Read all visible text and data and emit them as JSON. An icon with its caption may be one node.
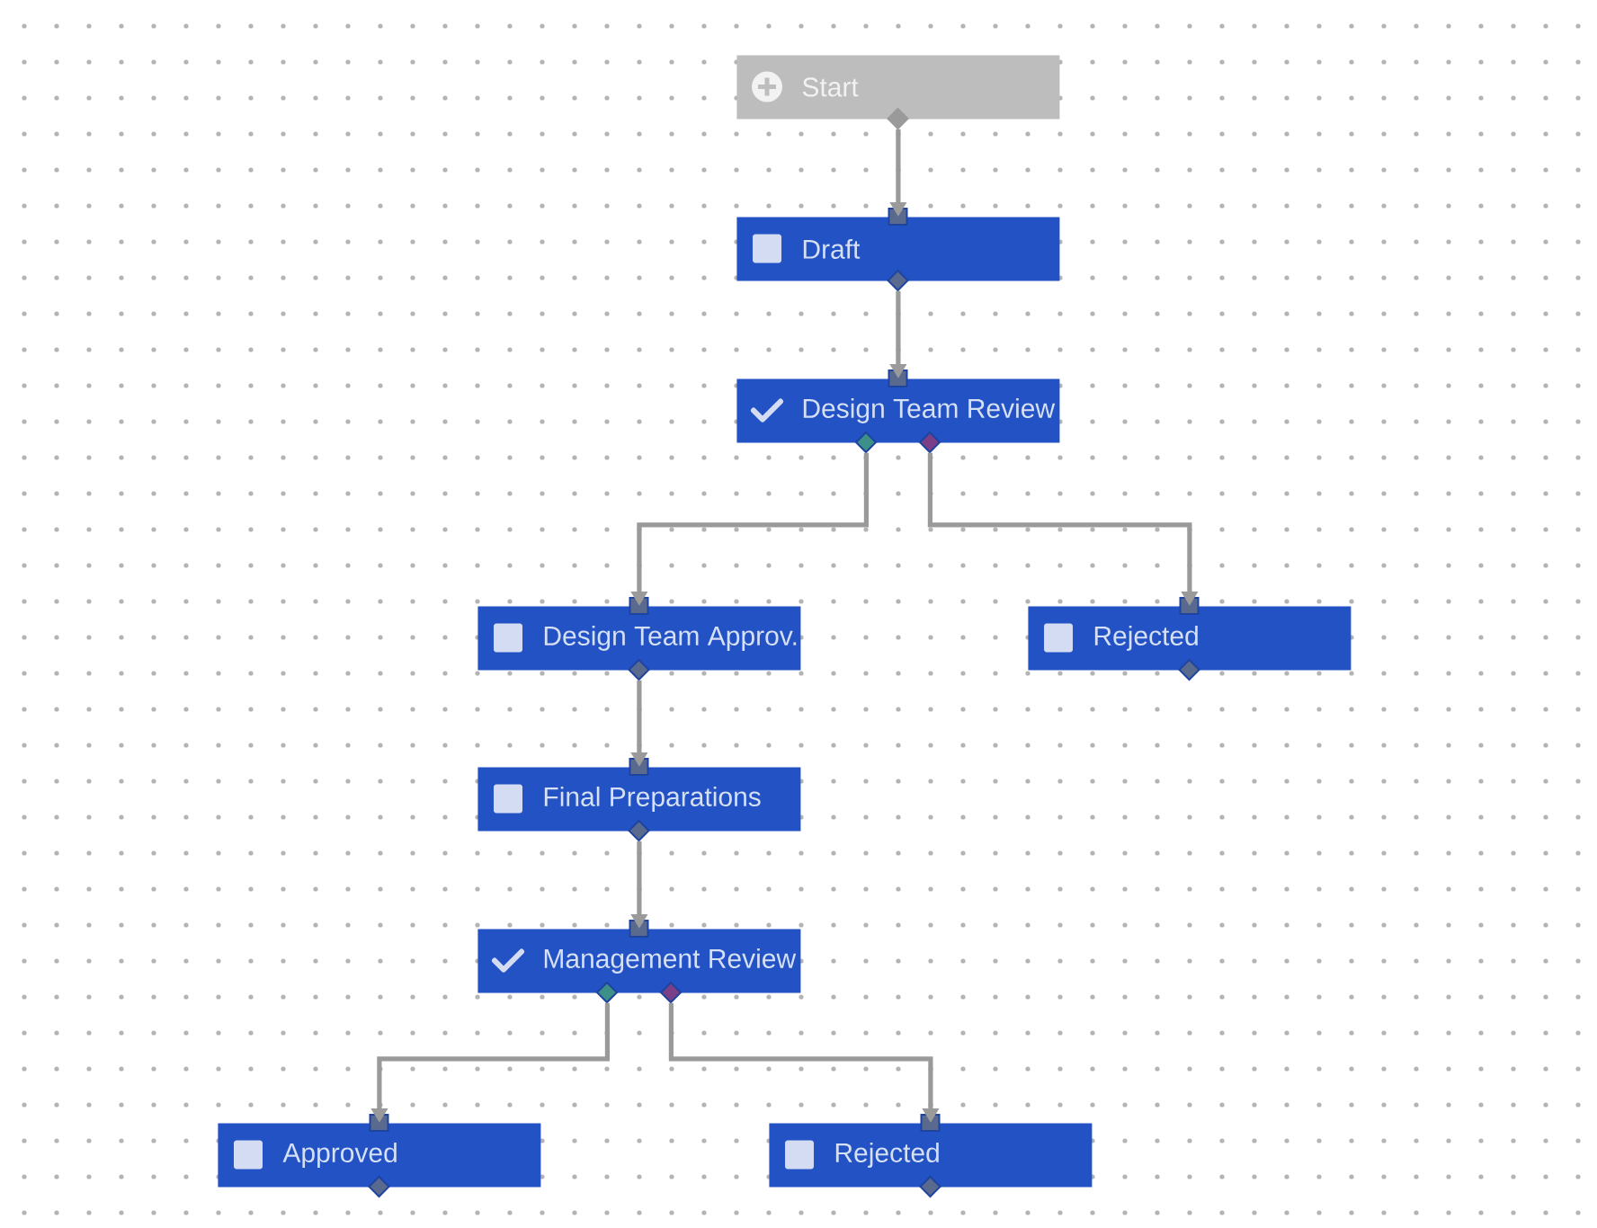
{
  "diagram": {
    "nodes": [
      {
        "text": [
          "Start"
        ]
      },
      {
        "text": [
          "Draft"
        ]
      },
      {
        "text": [
          "Design Team Review"
        ]
      },
      {
        "text": [
          "Design Team Approv."
        ]
      },
      {
        "text": [
          "Rejected"
        ]
      },
      {
        "text": [
          "Final Preparations"
        ]
      },
      {
        "text": [
          "Management Review"
        ]
      },
      {
        "text": [
          "Approved"
        ]
      },
      {
        "text": [
          "Rejected"
        ]
      }
    ],
    "edges": [
      {
        "from": 0,
        "to": 1,
        "arrow": "to"
      },
      {
        "from": 1,
        "to": 2,
        "arrow": "to"
      },
      {
        "from": 2,
        "to": 3,
        "arrow": "to"
      },
      {
        "from": 2,
        "to": 4,
        "arrow": "to"
      },
      {
        "from": 3,
        "to": 5,
        "arrow": "to"
      },
      {
        "from": 5,
        "to": 6,
        "arrow": "to"
      },
      {
        "from": 6,
        "to": 7,
        "arrow": "to"
      },
      {
        "from": 6,
        "to": 8,
        "arrow": "to"
      }
    ]
  }
}
